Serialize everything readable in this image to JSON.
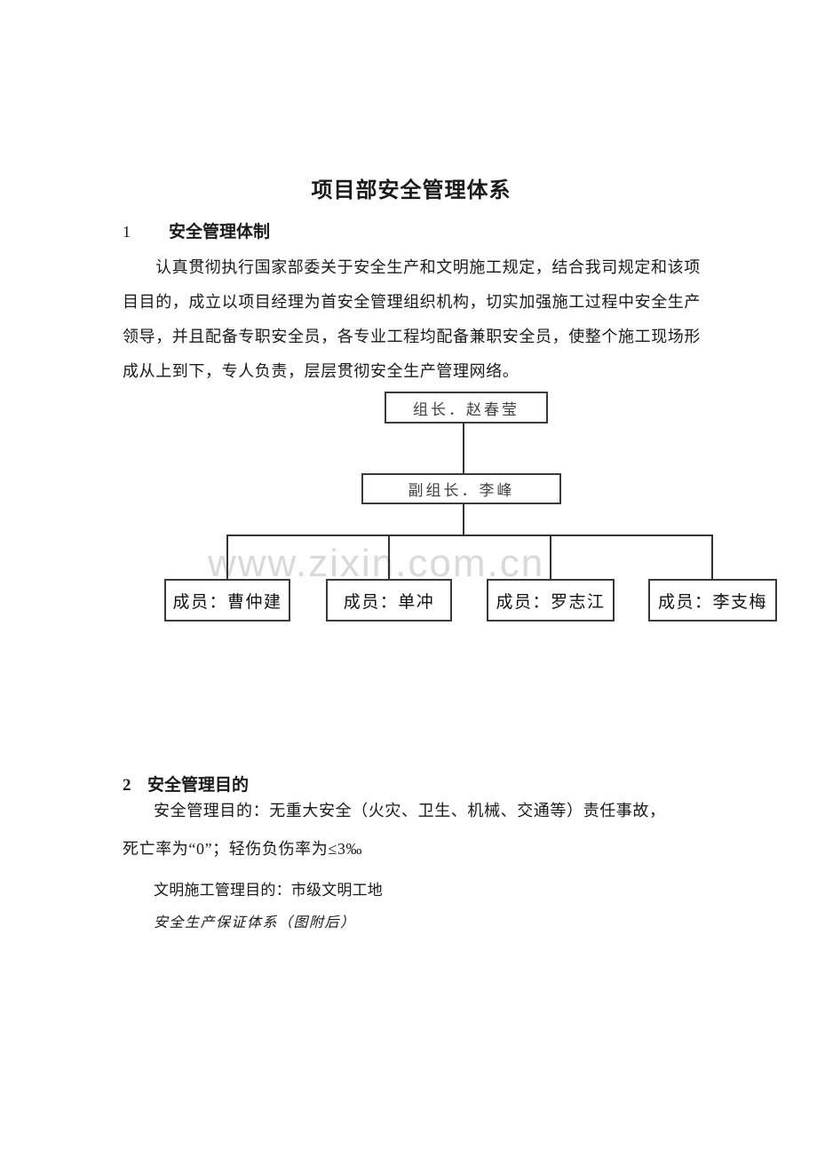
{
  "document": {
    "title": "项目部安全管理体系",
    "watermark": "www.zixin.com.cn",
    "section1": {
      "number": "1",
      "heading": "安全管理体制",
      "lines": [
        "认真贯彻执行国家部委关于安全生产和文明施工规定，结合我司规定和该项",
        "目目的，成立以项目经理为首安全管理组织机构，切实加强施工过程中安全生产",
        "领导，并且配备专职安全员，各专业工程均配备兼职安全员，使整个施工现场形",
        "成从上到下，专人负责，层层贯彻安全生产管理网络。"
      ]
    },
    "org_chart": {
      "leader": "组长．赵春莹",
      "deputy": "副组长．李峰",
      "members": [
        "成员：曹仲建",
        "成员：单冲",
        "成员：罗志江",
        "成员：李支梅"
      ]
    },
    "section2": {
      "number": "2",
      "heading": "安全管理目的",
      "lines": [
        "安全管理目的：无重大安全（火灾、卫生、机械、交通等）责任事故，",
        "死亡率为“0”；轻伤负伤率为≤3‰",
        "文明施工管理目的：市级文明工地",
        "安全生产保证体系（图附后）"
      ]
    },
    "colors": {
      "page_bg": "#ffffff",
      "text": "#1a1a1a",
      "box_border": "#3a3a3a",
      "watermark": "#d9d9d9"
    }
  }
}
